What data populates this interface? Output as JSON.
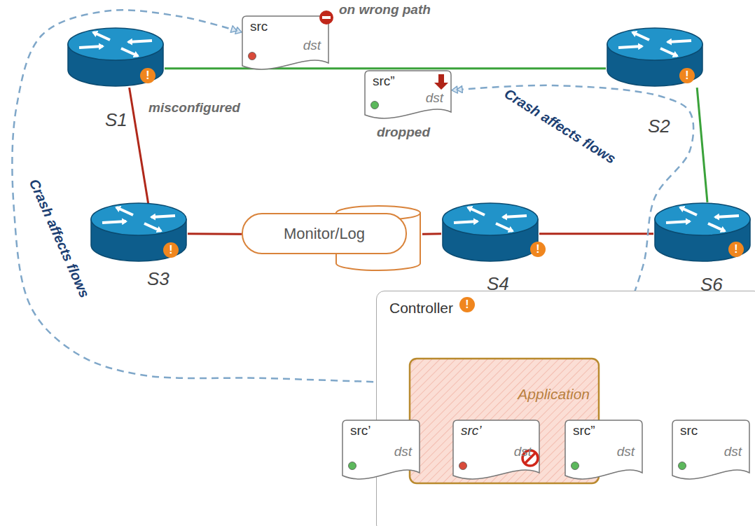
{
  "diagram": {
    "nodes": [
      {
        "text": [
          "S1"
        ]
      },
      {
        "text": [
          "S2"
        ]
      },
      {
        "text": [
          "S3"
        ]
      },
      {
        "text": [
          "S4"
        ]
      },
      {
        "text": [
          "S6"
        ]
      },
      {
        "text": [
          "Monitor/Log"
        ]
      },
      {
        "text": [
          "src",
          "dst"
        ]
      },
      {
        "text": [
          "src”",
          "dst"
        ]
      },
      {
        "text": [
          "Controller"
        ]
      },
      {
        "text": [
          "Application"
        ],
        "in": 8
      },
      {
        "text": [
          "src’",
          "dst"
        ],
        "in": 8
      },
      {
        "text": [
          "src’",
          "dst"
        ],
        "in": 9
      },
      {
        "text": [
          "src”",
          "dst"
        ],
        "in": 8
      },
      {
        "text": [
          "src",
          "dst"
        ],
        "in": 8
      }
    ],
    "edges": [
      {
        "from": 0,
        "to": 1,
        "arrow": "none"
      },
      {
        "from": 1,
        "to": 4,
        "arrow": "none"
      },
      {
        "from": 0,
        "to": 2,
        "arrow": "none"
      },
      {
        "from": 2,
        "to": 5,
        "arrow": "none"
      },
      {
        "from": 5,
        "to": 3,
        "arrow": "none"
      },
      {
        "from": 3,
        "to": 4,
        "arrow": "none"
      },
      {
        "from": 9,
        "to": 6,
        "label": "Crash affects flows",
        "arrow": "to"
      },
      {
        "from": 9,
        "to": 7,
        "label": "Crash affects flows",
        "arrow": "to"
      }
    ],
    "labels": [
      "misconfigured",
      "on wrong path",
      "dropped",
      "!",
      "!",
      "!",
      "!",
      "!",
      "!"
    ]
  }
}
